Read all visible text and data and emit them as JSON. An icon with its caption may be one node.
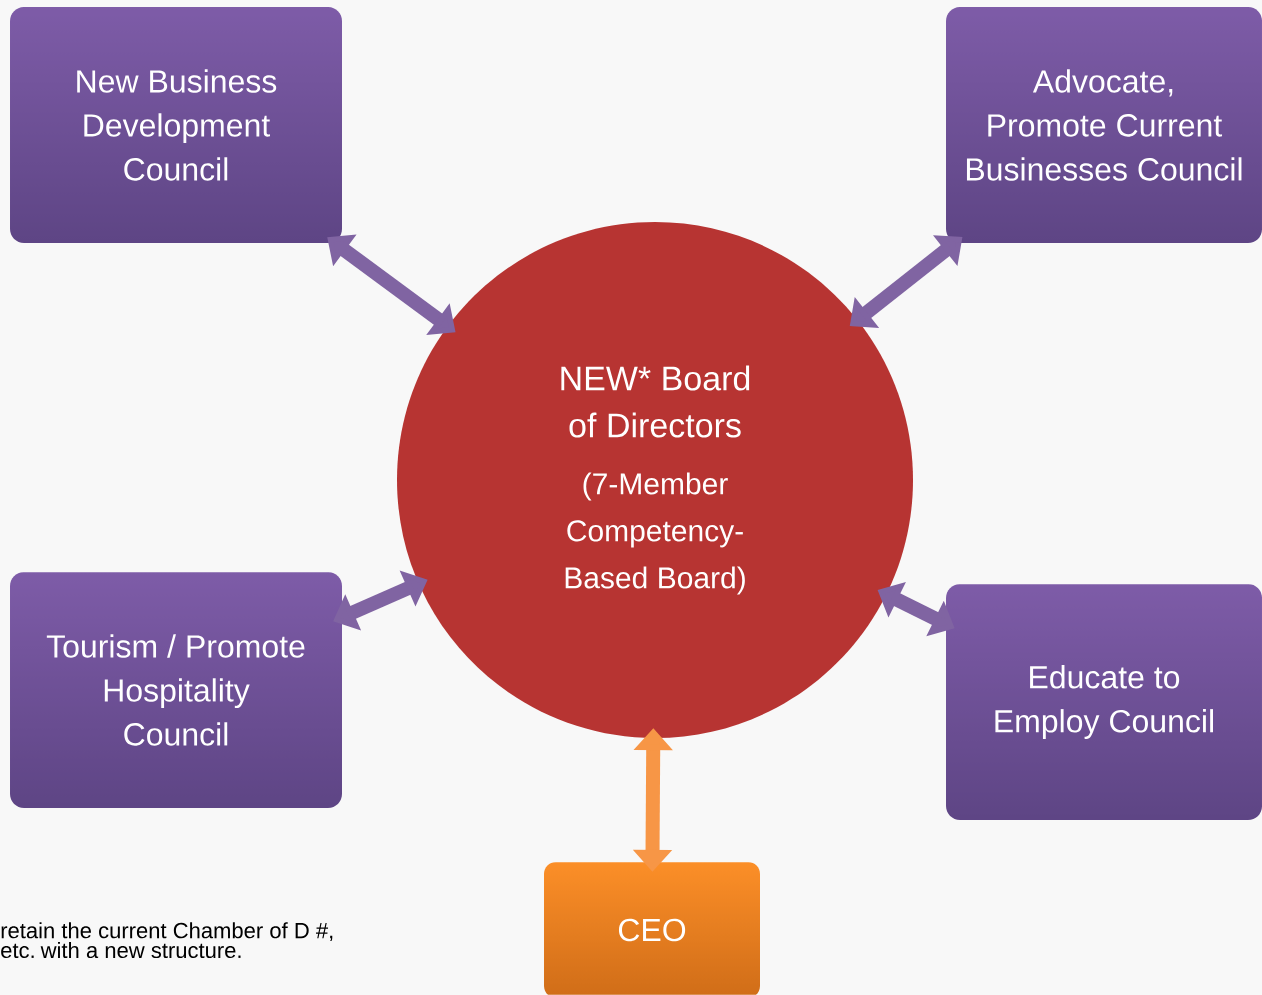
{
  "diagram": {
    "nodes": [
      {
        "text": [
          "New Business Development Council"
        ]
      },
      {
        "text": [
          "Advocate, Promote Current Businesses Council"
        ]
      },
      {
        "text": [
          "NEW* Board of Directors",
          "(7-Member Competency-Based Board)"
        ]
      },
      {
        "text": [
          "Tourism / Promote Hospitality Council"
        ]
      },
      {
        "text": [
          "Educate to Employ Council"
        ]
      },
      {
        "text": [
          "CEO"
        ]
      }
    ],
    "edges": [
      {
        "from": 0,
        "to": 2,
        "arrow": "both"
      },
      {
        "from": 1,
        "to": 2,
        "arrow": "both"
      },
      {
        "from": 3,
        "to": 2,
        "arrow": "both"
      },
      {
        "from": 4,
        "to": 2,
        "arrow": "both"
      },
      {
        "from": 2,
        "to": 5,
        "arrow": "both",
        "color": "#f79646"
      }
    ],
    "labels": [
      "retain the current Chamber of D #, etc. with a new structure."
    ]
  }
}
